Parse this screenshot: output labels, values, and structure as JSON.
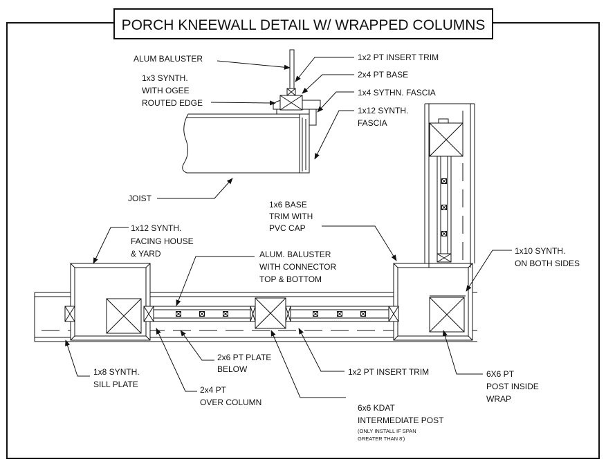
{
  "title": "PORCH KNEEWALL DETAIL W/ WRAPPED COLUMNS",
  "labels": {
    "alum_baluster": "ALUM BALUSTER",
    "insert_trim_top": "1x2 PT INSERT TRIM",
    "pt_base": "2x4 PT BASE",
    "synth_ogee": [
      "1x3 SYNTH.",
      "WITH OGEE",
      "ROUTED EDGE"
    ],
    "fascia_1x4": "1x4 SYTHN. FASCIA",
    "fascia_1x12": [
      "1x12 SYNTH.",
      "FASCIA"
    ],
    "joist": "JOIST",
    "base_trim": [
      "1x6 BASE",
      "TRIM WITH",
      "PVC CAP"
    ],
    "facing_house": [
      "1x12 SYNTH.",
      "FACING HOUSE",
      "& YARD"
    ],
    "alum_baluster_connector": [
      "ALUM. BALUSTER",
      "WITH CONNECTOR",
      "TOP & BOTTOM"
    ],
    "both_sides": [
      "1x10 SYNTH.",
      "ON BOTH SIDES"
    ],
    "plate_below": [
      "2x6 PT PLATE",
      "BELOW"
    ],
    "insert_trim_bottom": "1x2 PT INSERT TRIM",
    "sill_plate": [
      "1x8 SYNTH.",
      "SILL PLATE"
    ],
    "over_column": [
      "2x4 PT",
      "OVER COLUMN"
    ],
    "post_inside": [
      "6X6 PT",
      "POST INSIDE",
      "WRAP"
    ],
    "intermediate_post": [
      "6x6 KDAT",
      "INTERMEDIATE POST"
    ],
    "install_note": [
      "(ONLY INSTALL IF SPAN",
      "GREATER THAN 8')"
    ]
  }
}
